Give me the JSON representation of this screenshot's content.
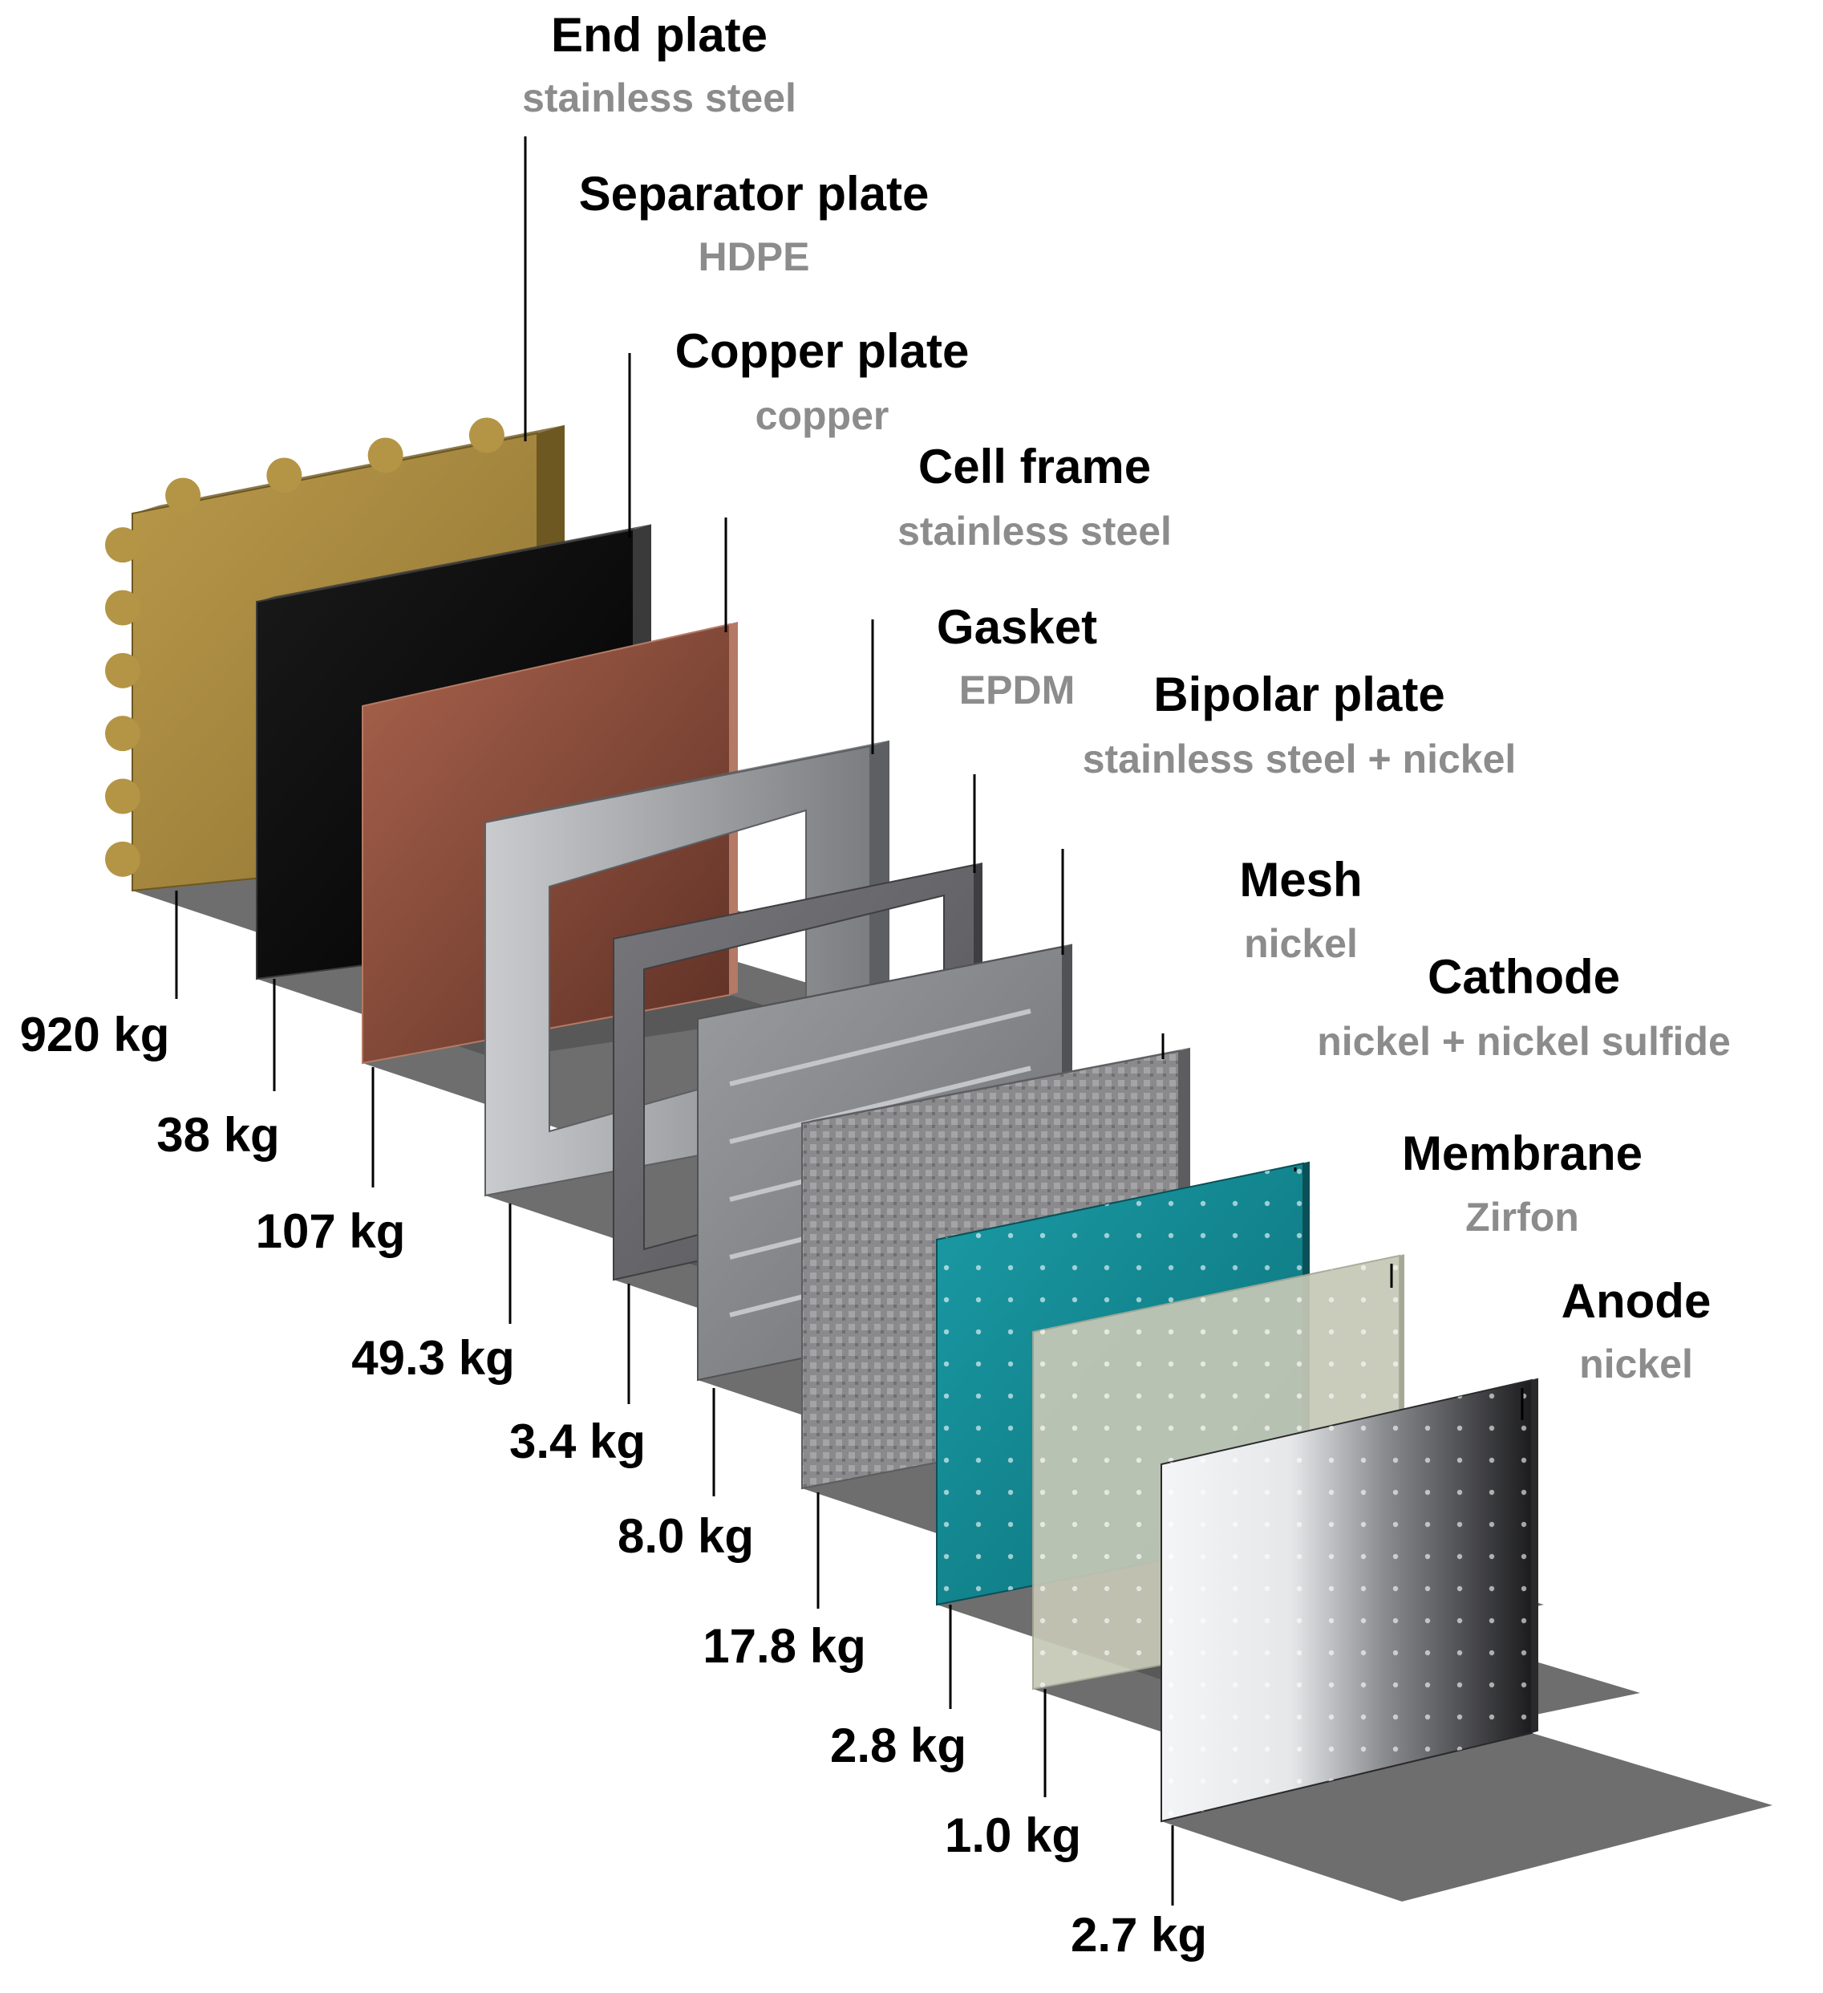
{
  "components": [
    {
      "key": "end-plate",
      "name": "End plate",
      "material": "stainless steel",
      "mass": "920 kg",
      "color": "#a88a3e"
    },
    {
      "key": "separator-plate",
      "name": "Separator plate",
      "material": "HDPE",
      "mass": "38 kg",
      "color": "#0e0e0e"
    },
    {
      "key": "copper-plate",
      "name": "Copper plate",
      "material": "copper",
      "mass": "107 kg",
      "color": "#8a4a38"
    },
    {
      "key": "cell-frame",
      "name": "Cell frame",
      "material": "stainless steel",
      "mass": "49.3 kg",
      "color": "#a3a5a8"
    },
    {
      "key": "gasket",
      "name": "Gasket",
      "material": "EPDM",
      "mass": "3.4 kg",
      "color": "#6c6c70"
    },
    {
      "key": "bipolar-plate",
      "name": "Bipolar plate",
      "material": "stainless steel + nickel",
      "mass": "8.0 kg",
      "color": "#86888b"
    },
    {
      "key": "mesh",
      "name": "Mesh",
      "material": "nickel",
      "mass": "17.8 kg",
      "color": "#8e8e90"
    },
    {
      "key": "cathode",
      "name": "Cathode",
      "material": "nickel + nickel sulfide",
      "mass": "2.8 kg",
      "color": "#13868f"
    },
    {
      "key": "membrane",
      "name": "Membrane",
      "material": "Zirfon",
      "mass": "1.0 kg",
      "color": "#c6c8b6"
    },
    {
      "key": "anode",
      "name": "Anode",
      "material": "nickel",
      "mass": "2.7 kg",
      "color": "#8d8f91"
    }
  ]
}
